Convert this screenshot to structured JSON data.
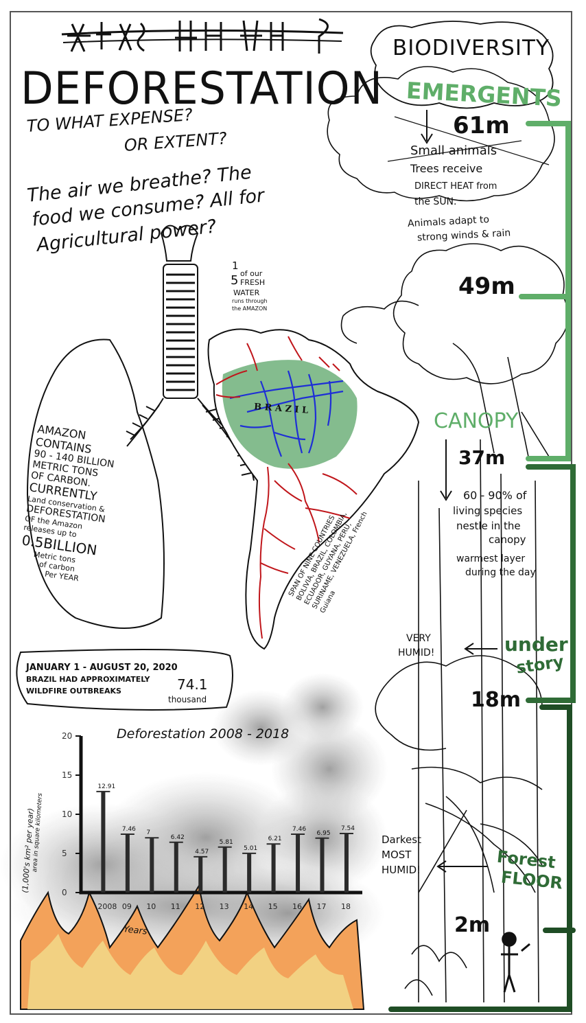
{
  "title": "DEFORESTATION",
  "subtitle": {
    "line1": "TO WHAT EXPENSE?",
    "line2": "OR EXTENT?"
  },
  "question": {
    "line1": "The air we breathe? The",
    "line2": "food we consume? All for",
    "line3": "Agricultural power?"
  },
  "freshwater": {
    "fraction_num": "1",
    "fraction_den": "5",
    "l1": "of our",
    "l2": "FRESH",
    "l3": "WATER",
    "l4": "runs through",
    "l5": "the AMAZON"
  },
  "brazil_label": "B R A Z I L",
  "carbon_note": {
    "l1": "AMAZON",
    "l2": "CONTAINS",
    "l3": "90 - 140 BILLION",
    "l4": "METRIC TONS",
    "l5": "OF CARBON.",
    "l6": "CURRENTLY",
    "l7": "Land conservation &",
    "l8": "DEFORESTATION",
    "l9": "OF the Amazon",
    "l10": "releases up to",
    "l11": "0.5BILLION",
    "l12": "Metric tons",
    "l13": "of carbon",
    "l14": "Per YEAR"
  },
  "countries_note": {
    "l1": "SPAN OF NINE COUNTRIES",
    "l2": "BOLIVIA, BRAZIL, COLOMBIA,",
    "l3": "ECUADOR, GUYANA, PERU,",
    "l4": "SURINAME, VENEZUELA, French",
    "l5": "Guiana"
  },
  "wildfire": {
    "l1": "JANUARY 1 - AUGUST 20, 2020",
    "l2": "BRAZIL HAD APPROXIMATELY",
    "l3": "WILDFIRE OUTBREAKS",
    "number": "74.1",
    "unit": "thousand"
  },
  "biodiversity": {
    "heading": "BIODIVERSITY",
    "emergents": {
      "label": "EMERGENTS",
      "height": "61m",
      "n1": "Small animals",
      "n2": "Trees receive",
      "n3": "DIRECT HEAT from",
      "n4": "the SUN.",
      "n5": "Animals adapt to",
      "n6": "strong winds & rain"
    },
    "h49": "49m",
    "canopy": {
      "label": "CANOPY",
      "height": "37m",
      "n1": "60 - 90% of",
      "n2": "living species",
      "n3": "nestle in the",
      "n4": "canopy",
      "n5": "warmest layer",
      "n6": "during the day"
    },
    "understory": {
      "label1": "under",
      "label2": "story",
      "height": "18m",
      "note1": "VERY",
      "note2": "HUMID!"
    },
    "forest_floor": {
      "label1": "Forest",
      "label2": "FLOOR",
      "height": "2m",
      "note1": "Darkest",
      "note2": "MOST",
      "note3": "HUMID!"
    }
  },
  "chart_data": {
    "type": "bar",
    "title": "Deforestation 2008 - 2018",
    "categories": [
      "2008",
      "09",
      "10",
      "11",
      "12",
      "13",
      "14",
      "15",
      "16",
      "17",
      "18"
    ],
    "values": [
      12.91,
      7.46,
      7,
      6.42,
      4.57,
      5.81,
      5.01,
      6.21,
      7.46,
      6.95,
      7.54
    ],
    "value_labels": [
      "12.91",
      "7.46",
      "7",
      "6.42",
      "4.57",
      "5.81",
      "5.01",
      "6.21",
      "7.46",
      "6.95",
      "7.54"
    ],
    "ylim": [
      0,
      20
    ],
    "yticks": [
      "0",
      "5",
      "10",
      "15",
      "20"
    ],
    "xlabel": "Years",
    "ylabel": "(1,000's km² per year)",
    "ylabel2": "area in square kilometers"
  }
}
